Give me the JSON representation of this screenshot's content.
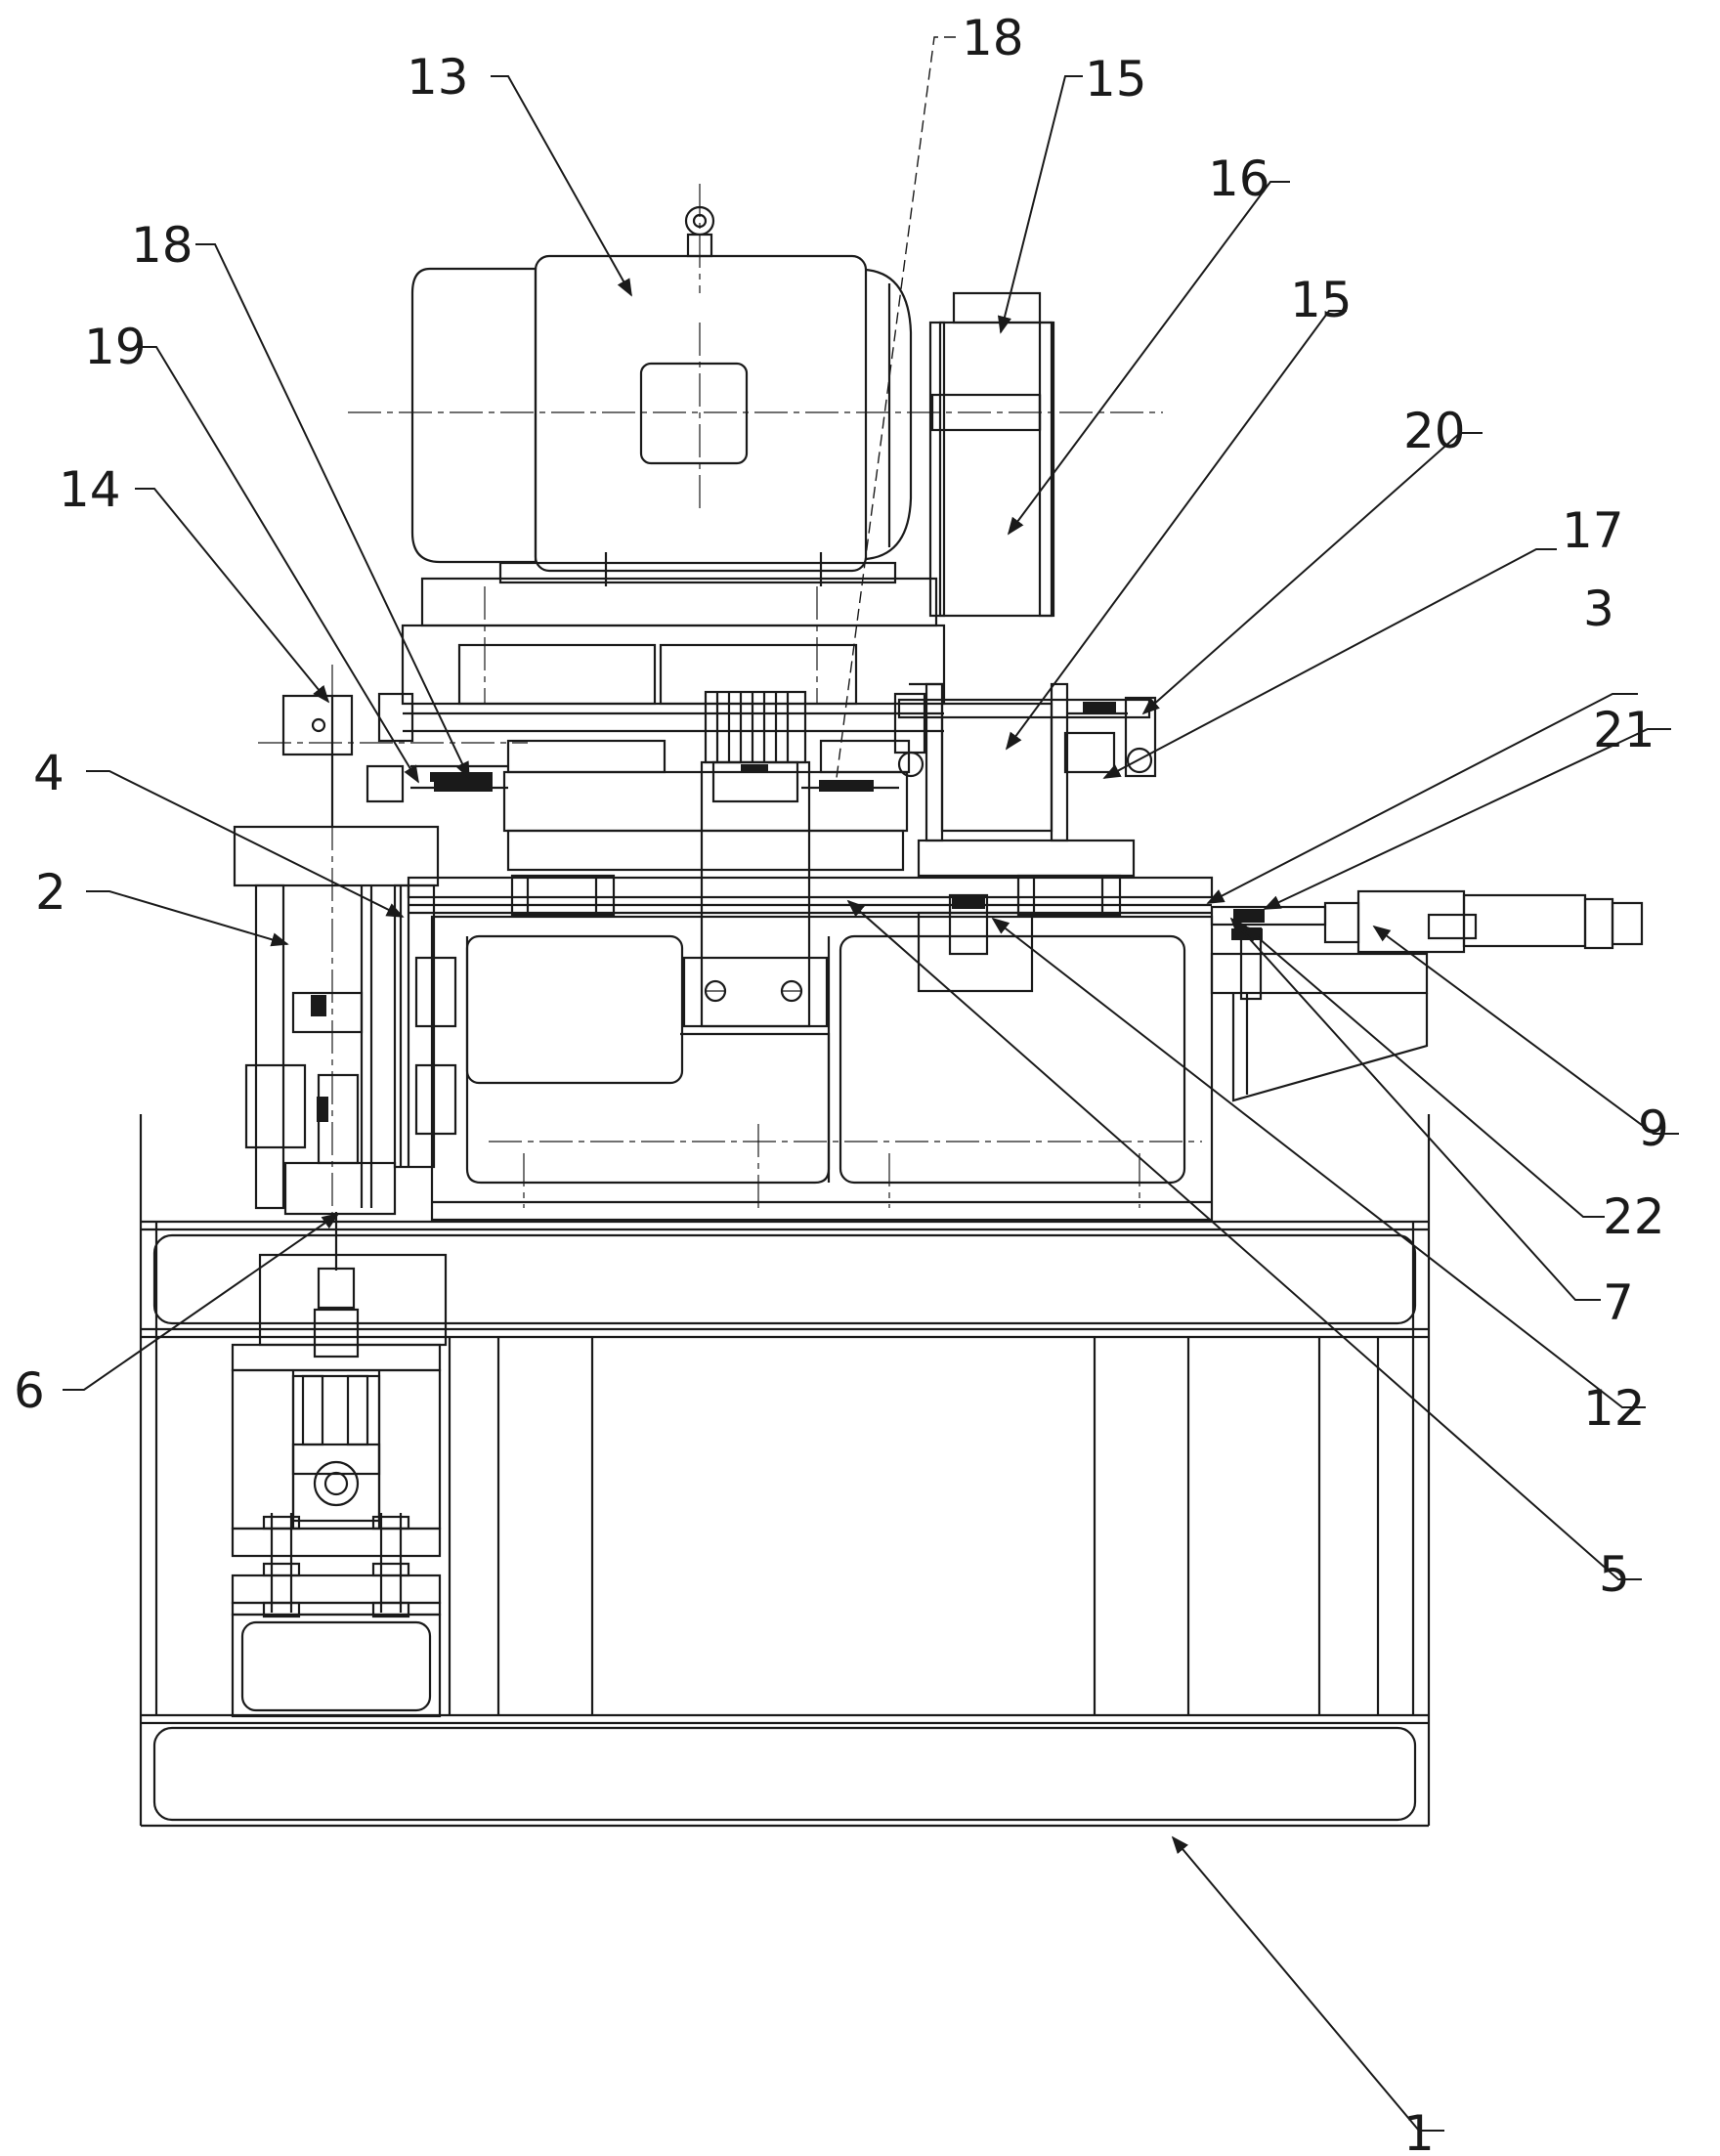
{
  "figure": {
    "type": "mechanical-assembly-drawing",
    "callouts": [
      {
        "id": "c1",
        "text": "1"
      },
      {
        "id": "c2",
        "text": "2"
      },
      {
        "id": "c3",
        "text": "3"
      },
      {
        "id": "c4",
        "text": "4"
      },
      {
        "id": "c5",
        "text": "5"
      },
      {
        "id": "c6",
        "text": "6"
      },
      {
        "id": "c7",
        "text": "7"
      },
      {
        "id": "c9",
        "text": "9"
      },
      {
        "id": "c12",
        "text": "12"
      },
      {
        "id": "c13",
        "text": "13"
      },
      {
        "id": "c14",
        "text": "14"
      },
      {
        "id": "c15a",
        "text": "15"
      },
      {
        "id": "c15b",
        "text": "15"
      },
      {
        "id": "c16",
        "text": "16"
      },
      {
        "id": "c17",
        "text": "17"
      },
      {
        "id": "c18a",
        "text": "18"
      },
      {
        "id": "c18b",
        "text": "18"
      },
      {
        "id": "c19",
        "text": "19"
      },
      {
        "id": "c20",
        "text": "20"
      },
      {
        "id": "c21",
        "text": "21"
      },
      {
        "id": "c22",
        "text": "22"
      }
    ]
  }
}
